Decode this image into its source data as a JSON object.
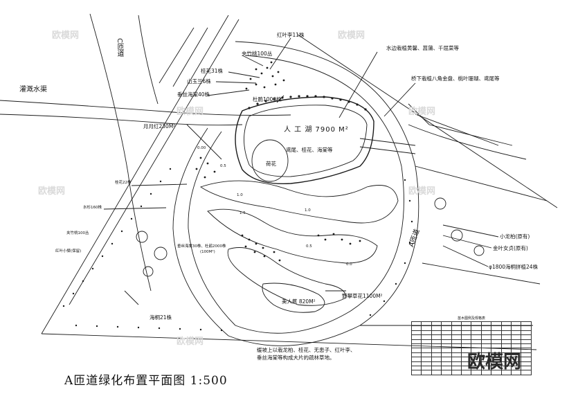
{
  "title": "A匝道绿化布置平面图    1:500",
  "watermark": "欧模网",
  "watermark_light": "欧模网",
  "roads": {
    "c_ramp": "C匝道",
    "a_ramp": "A匝道",
    "canal": "灌溉水渠"
  },
  "lake": {
    "name": "人 工 湖  7900 M²",
    "lotus": "荷花",
    "plants": "鸢尾、桂花、海棠等"
  },
  "plant_labels": {
    "hongyeli": "红叶李11株",
    "jiazhutao": "夹竹桃100丛",
    "guihua": "桂花31株",
    "shanyulan": "山玉兰6株",
    "chuisi": "垂丝海棠40株",
    "dujuan": "杜鹃1000株",
    "yueyuehong": "月月红230M²",
    "shuibian": "水边栽植黄馨、菖蒲、千屈菜等",
    "qiaoxia": "桥下栽植八角金盘、桃叶珊瑚、鸢尾等",
    "guihua22": "桂花22株",
    "shuishan": "水杉160株",
    "jiazhu_left": "夹竹桃100丛",
    "hongye_xiaoqiu": "红叶小檗(保留)",
    "chuisi30": "垂丝海棠30株、杜鹃2000株",
    "chuisi30_sub": "(100M²)",
    "longbai": "小龙柏(原有)",
    "jinye": "金叶女贞(原有)",
    "haitong_pin": "φ1800海桐拼植24株",
    "yeshicao": "野攀草花1100M²",
    "meirenjiao": "美人蕉 820M²",
    "haitong21": "海桐21株"
  },
  "slope_marks": [
    "0.00",
    "0.5",
    "1.0",
    "1.5",
    "1.0",
    "0.5",
    "0.0"
  ],
  "note_lines": [
    "缓坡上以栽龙柏、桂花、无患子、红叶李、",
    "垂丝海棠等构成大片的疏林草地。"
  ],
  "legend": {
    "title": "苗木图例及规格表"
  },
  "colors": {
    "line": "#1a1a1a",
    "watermark": "#d4d4d4"
  }
}
